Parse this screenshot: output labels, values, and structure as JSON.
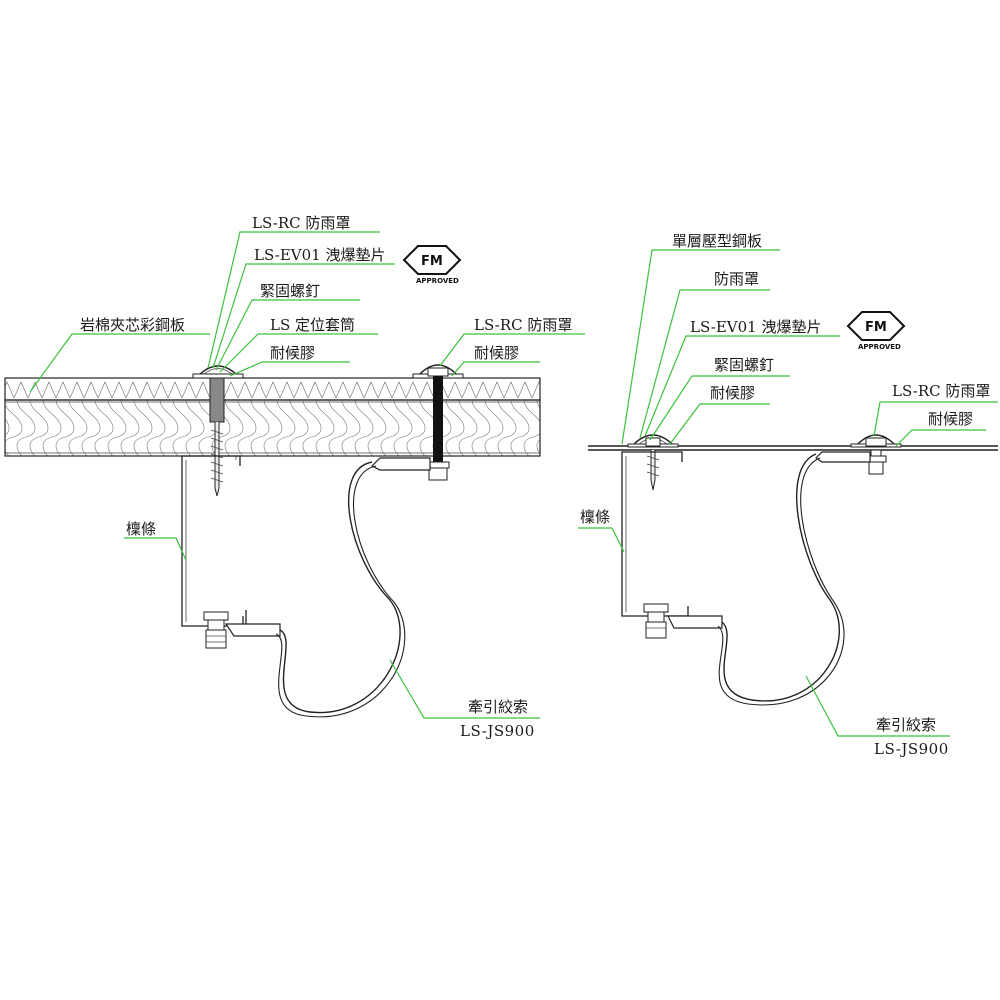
{
  "left": {
    "labels": {
      "rc_cap": "LS-RC 防雨罩",
      "ev01": "LS-EV01 洩爆墊片",
      "screw": "緊固螺釘",
      "sleeve": "LS 定位套筒",
      "sealant": "耐候膠",
      "panel": "岩棉夾芯彩鋼板",
      "rc_cap_right": "LS-RC 防雨罩",
      "sealant_right": "耐候膠",
      "purlin": "檁條",
      "cable": "牽引絞索",
      "cable_model": "LS-JS900"
    },
    "fm": {
      "mark": "FM",
      "sub": "APPROVED"
    }
  },
  "right": {
    "labels": {
      "steel_sheet": "單層壓型鋼板",
      "rain_cap": "防雨罩",
      "ev01": "LS-EV01 洩爆墊片",
      "screw": "緊固螺釘",
      "sealant": "耐候膠",
      "rc_cap_right": "LS-RC 防雨罩",
      "sealant_right": "耐候膠",
      "purlin": "檁條",
      "cable": "牽引絞索",
      "cable_model": "LS-JS900"
    },
    "fm": {
      "mark": "FM",
      "sub": "APPROVED"
    }
  },
  "colors": {
    "leader": "#3cc23c",
    "ink": "#222222"
  }
}
